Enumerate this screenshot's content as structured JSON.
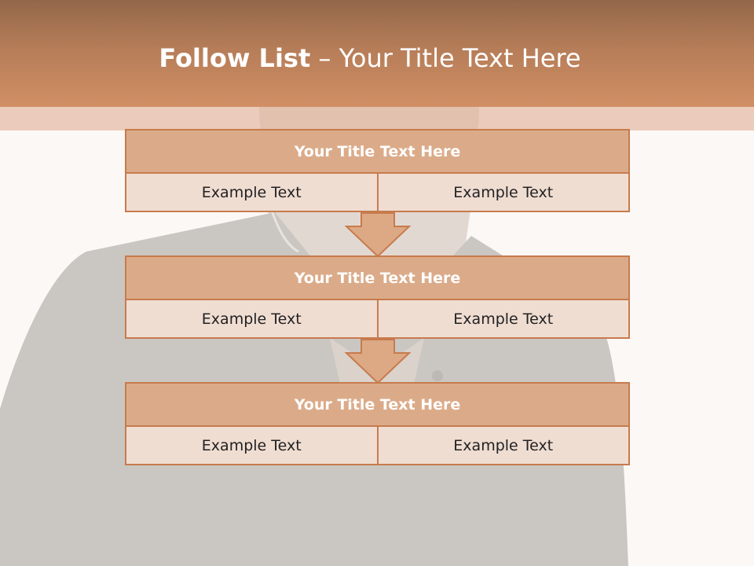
{
  "slide": {
    "title_bold": "Follow List",
    "title_sep": " – ",
    "title_rest": "Your Title Text Here"
  },
  "blocks": [
    {
      "title": "Your Title Text Here",
      "left": "Example Text",
      "right": "Example Text"
    },
    {
      "title": "Your Title Text Here",
      "left": "Example Text",
      "right": "Example Text"
    },
    {
      "title": "Your Title Text Here",
      "left": "Example Text",
      "right": "Example Text"
    }
  ],
  "colors": {
    "header": "#c98a5e",
    "block_title_fill": "#dbab89",
    "block_cell_fill": "#f0ddd2",
    "block_border": "#c77b4d",
    "arrow_fill": "#dda985"
  }
}
